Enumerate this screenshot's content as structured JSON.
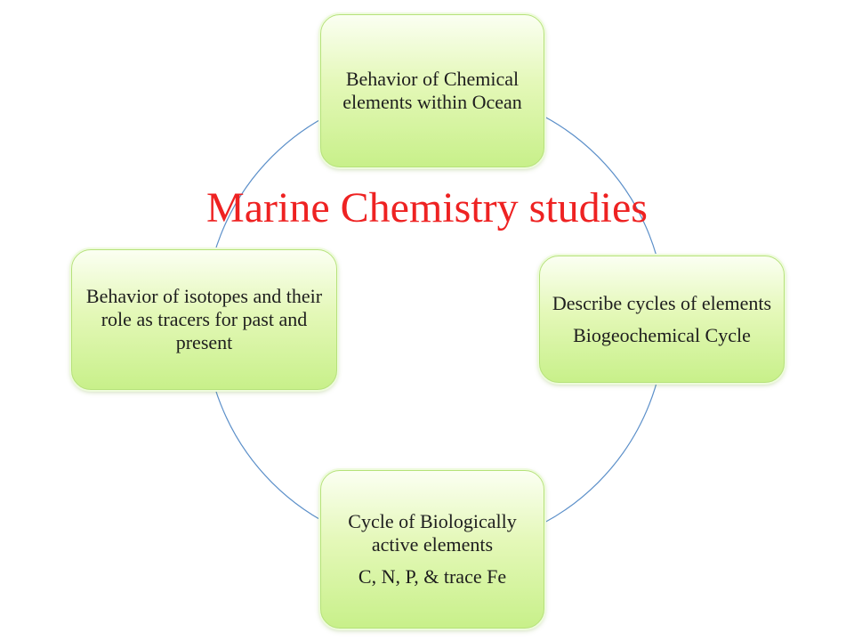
{
  "title": "Marine Chemistry studies",
  "nodes": {
    "top": {
      "lines": [
        "Behavior of Chemical elements within Ocean"
      ]
    },
    "right": {
      "lines": [
        "Describe cycles of elements",
        "Biogeochemical Cycle"
      ]
    },
    "bottom": {
      "lines": [
        "Cycle of Biologically active elements",
        "C, N, P, & trace Fe"
      ]
    },
    "left": {
      "lines": [
        "Behavior of isotopes and their role as tracers for past and present"
      ]
    }
  },
  "colors": {
    "title": "#ee2222",
    "ring": "#5b8fc9",
    "node_fill_top": "#fbfff2",
    "node_fill_bottom": "#c8f08a",
    "node_border": "#b6e27a"
  }
}
